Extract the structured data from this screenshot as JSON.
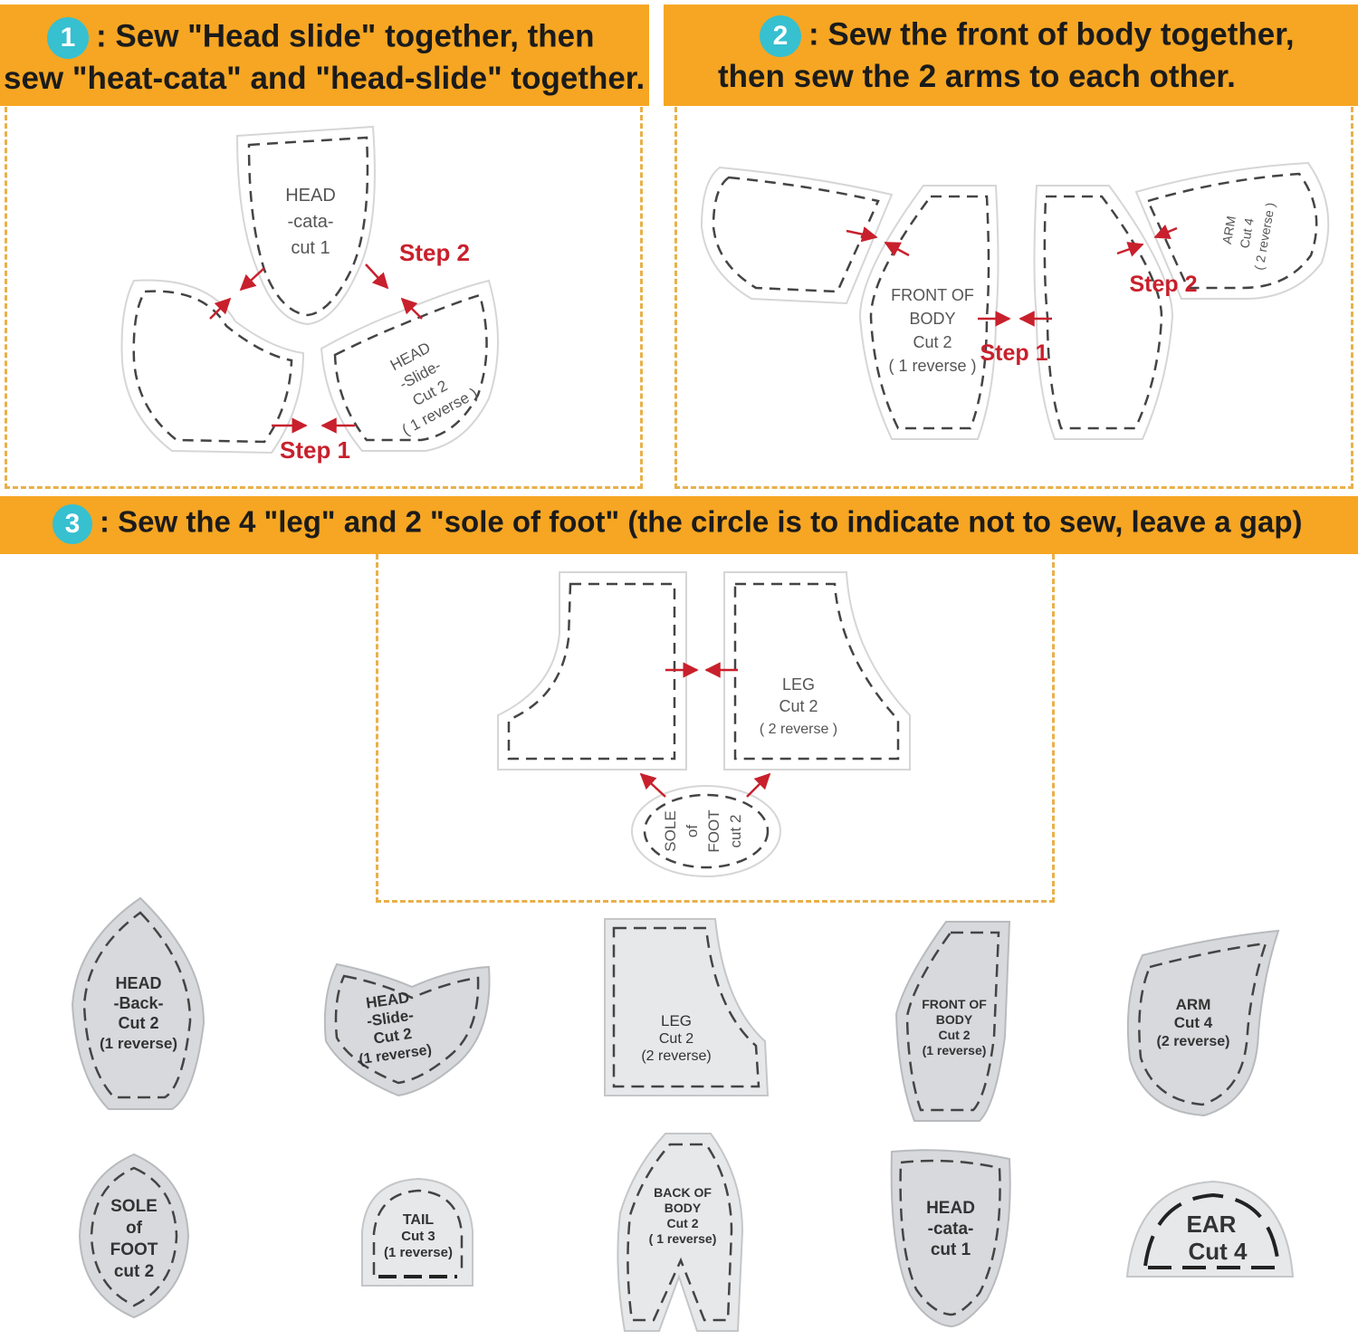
{
  "colors": {
    "banner": "#f6a623",
    "badge": "#36c0d0",
    "frame": "#e9b04b",
    "arrow": "#c8202c",
    "piece_fill": "#d7d9dc",
    "piece_outline": "#444444"
  },
  "steps": [
    {
      "number": "1",
      "line1": ": Sew \"Head slide\" together, then",
      "line2": "sew \"heat-cata\" and \"head-slide\" together."
    },
    {
      "number": "2",
      "line1": ": Sew the front of body together,",
      "line2": "then sew the 2 arms to each other."
    },
    {
      "number": "3",
      "line1": ": Sew the 4 \"leg\" and 2 \"sole of foot\" (the circle is to indicate not to sew, leave a gap)"
    }
  ],
  "diagram1": {
    "head_cata": [
      "HEAD",
      "-cata-",
      "cut 1"
    ],
    "head_slide": [
      "HEAD",
      "-Slide-",
      "Cut 2",
      "( 1 reverse )"
    ],
    "step1": "Step 1",
    "step2": "Step 2"
  },
  "diagram2": {
    "front_body": [
      "FRONT OF",
      "BODY",
      "Cut 2",
      "( 1 reverse )"
    ],
    "arm": [
      "ARM",
      "Cut 4",
      "( 2 reverse )"
    ],
    "step1": "Step 1",
    "step2": "Step 2"
  },
  "diagram3": {
    "leg": [
      "LEG",
      "Cut 2",
      "( 2 reverse )"
    ],
    "sole": [
      "SOLE",
      "of",
      "FOOT",
      "cut 2"
    ]
  },
  "templates": {
    "head_back": [
      "HEAD",
      "-Back-",
      "Cut 2",
      "(1 reverse)"
    ],
    "head_slide": [
      "HEAD",
      "-Slide-",
      "Cut 2",
      "(1 reverse)"
    ],
    "leg": [
      "LEG",
      "Cut 2",
      "(2 reverse)"
    ],
    "front_body": [
      "FRONT OF",
      "BODY",
      "Cut 2",
      "(1 reverse)"
    ],
    "arm": [
      "ARM",
      "Cut 4",
      "(2 reverse)"
    ],
    "sole": [
      "SOLE",
      "of",
      "FOOT",
      "cut 2"
    ],
    "tail": [
      "TAIL",
      "Cut 3",
      "(1 reverse)"
    ],
    "back_body": [
      "BACK OF",
      "BODY",
      "Cut 2",
      "( 1 reverse)"
    ],
    "head_cata": [
      "HEAD",
      "-cata-",
      "cut 1"
    ],
    "ear": [
      "EAR",
      "Cut 4"
    ]
  }
}
